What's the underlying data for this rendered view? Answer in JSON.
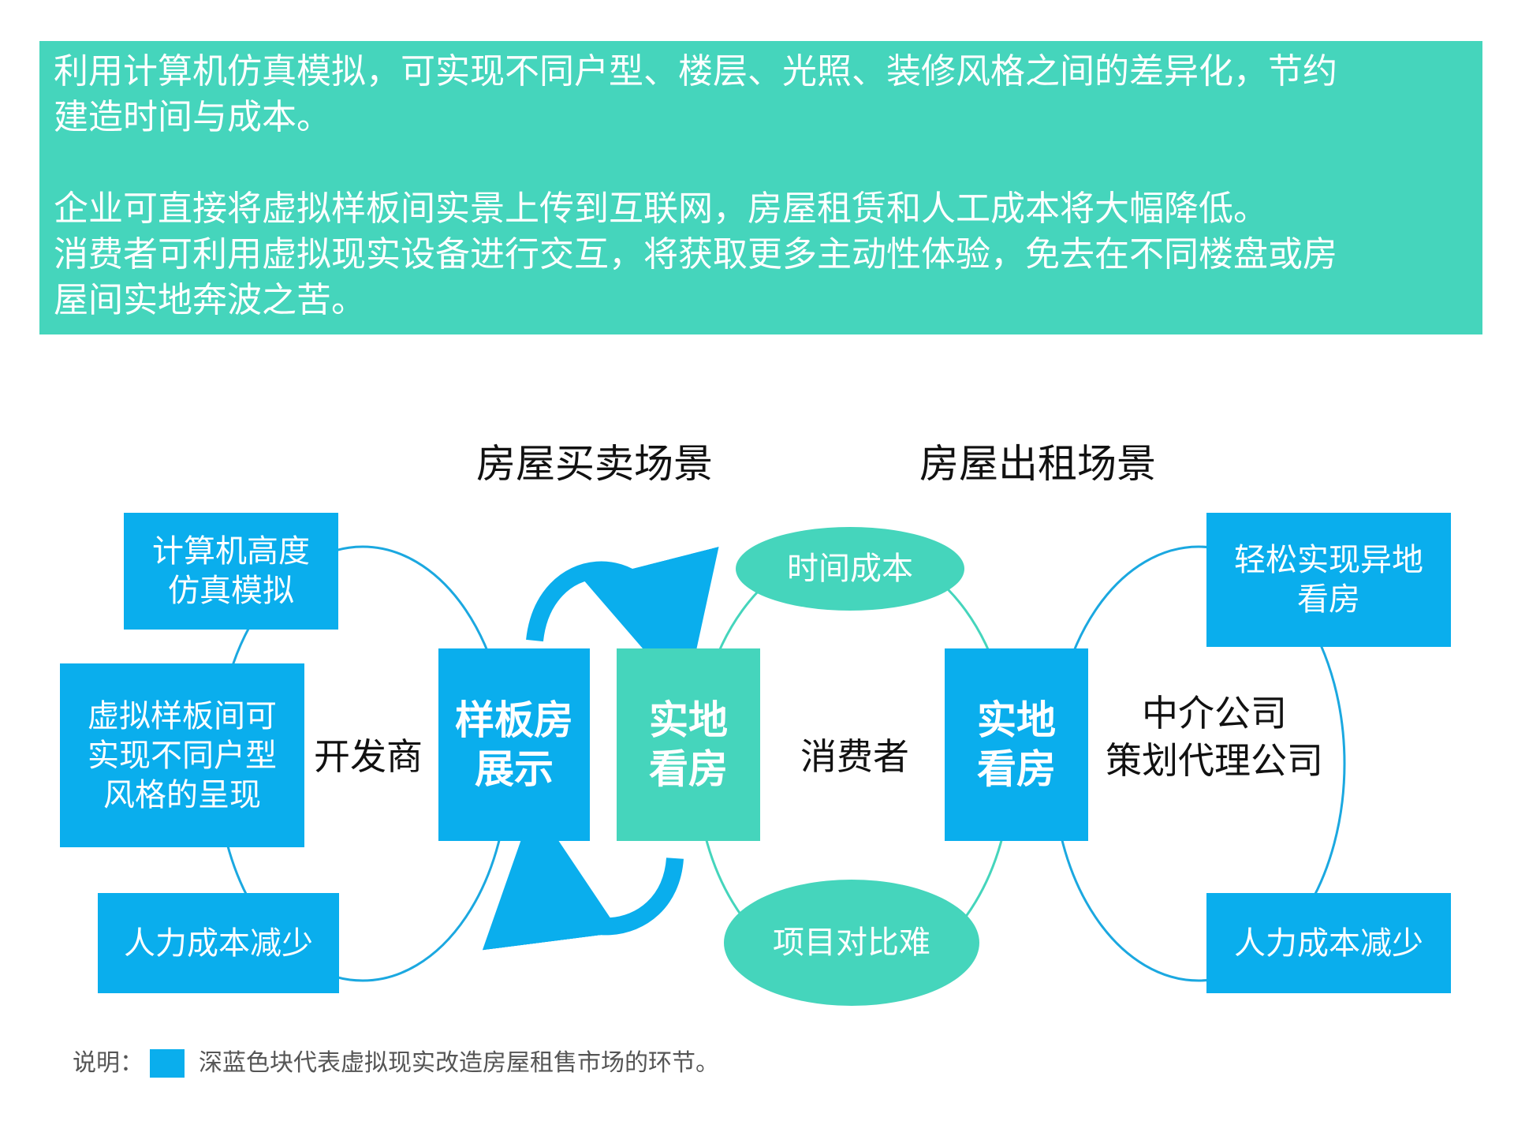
{
  "banner": {
    "line1": "利用计算机仿真模拟，可实现不同户型、楼层、光照、装修风格之间的差异化，节约",
    "line2": "建造时间与成本。",
    "line3": "企业可直接将虚拟样板间实景上传到互联网，房屋租赁和人工成本将大幅降低。",
    "line4": "消费者可利用虚拟现实设备进行交互，将获取更多主动性体验，免去在不同楼盘或房",
    "line5": "屋间实地奔波之苦。"
  },
  "scenes": {
    "buy_sell": "房屋买卖场景",
    "rent": "房屋出租场景"
  },
  "left": {
    "box1": {
      "line1": "计算机高度",
      "line2": "仿真模拟"
    },
    "box2": {
      "line1": "虚拟样板间可",
      "line2": "实现不同户型",
      "line3": "风格的呈现"
    },
    "box3": "人力成本减少",
    "center_label": "开发商"
  },
  "middle": {
    "showroom": {
      "line1": "样板房",
      "line2": "展示"
    },
    "visit_left": {
      "line1": "实地",
      "line2": "看房"
    },
    "consumer_label": "消费者",
    "time_cost": "时间成本",
    "compare_hard": "项目对比难",
    "visit_right": {
      "line1": "实地",
      "line2": "看房"
    }
  },
  "right": {
    "box1": {
      "line1": "轻松实现异地",
      "line2": "看房"
    },
    "box2": "人力成本减少",
    "center_label": {
      "line1": "中介公司",
      "line2": "策划代理公司"
    }
  },
  "note": {
    "prefix": "说明：",
    "text": "深蓝色块代表虚拟现实改造房屋租售市场的环节。"
  },
  "colors": {
    "dark_blue": "#0aaeed",
    "teal": "#45d5bc",
    "ring_blue": "#1ba8e0"
  }
}
